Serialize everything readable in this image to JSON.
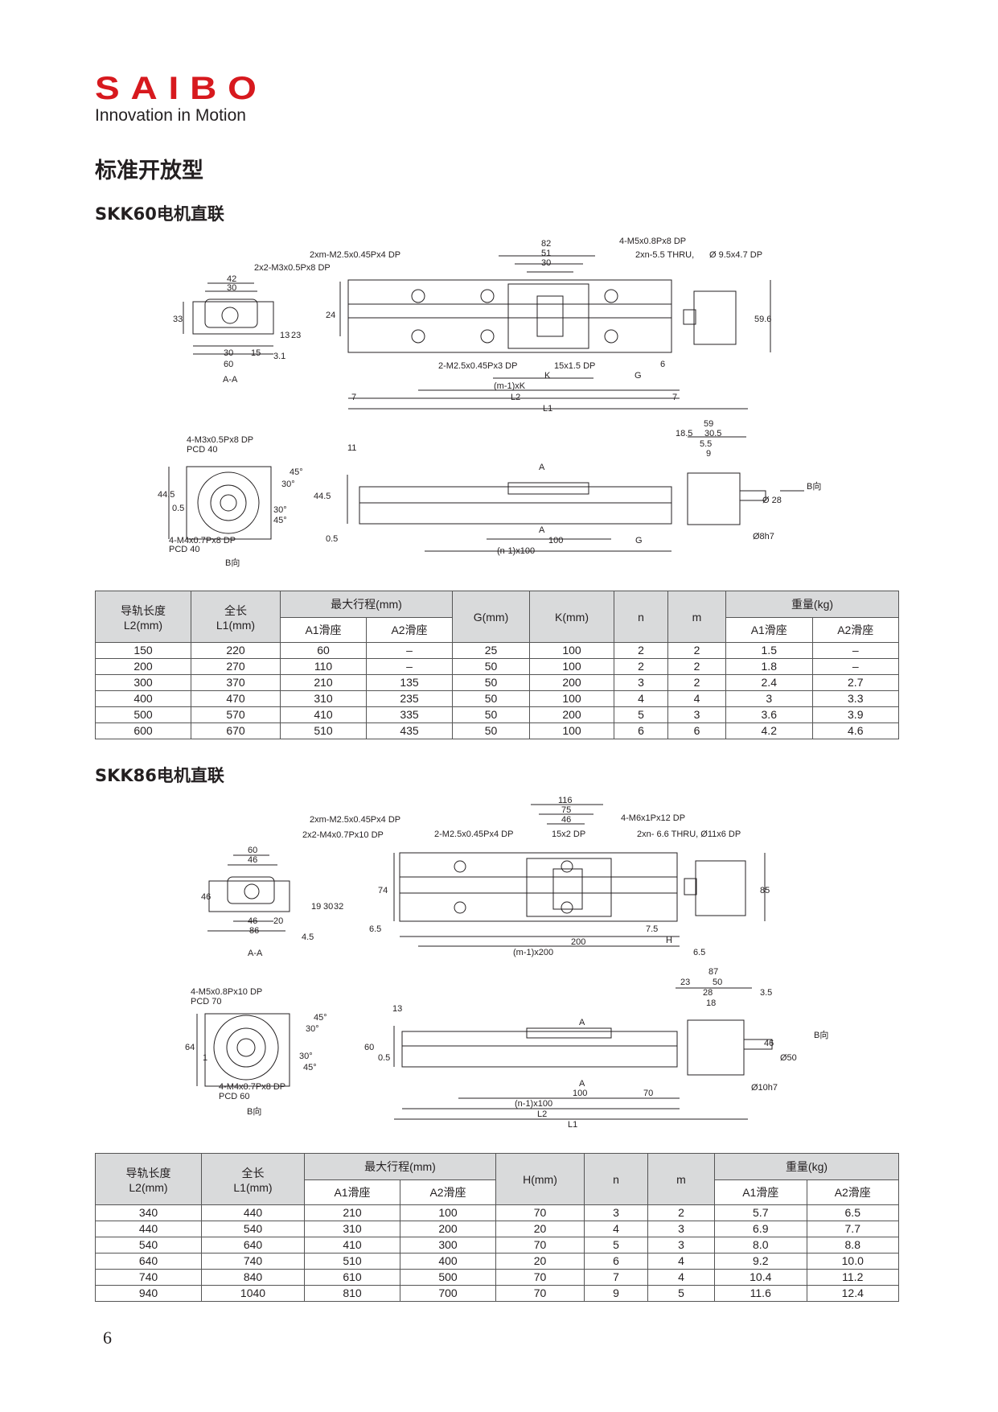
{
  "brand": {
    "name": "SAIBO",
    "tagline": "Innovation in Motion",
    "color": "#d7191e"
  },
  "page_title": "标准开放型",
  "page_number": "6",
  "skk60": {
    "heading": "SKK60电机直联",
    "labels": {
      "m1": "2xm-M2.5x0.45Px4 DP",
      "m2": "2x2-M3x0.5Px8 DP",
      "m3": "4-M5x0.8Px8 DP",
      "m4": "2xn-5.5 THRU,",
      "m5": "Ø 9.5x4.7 DP",
      "d82": "82",
      "d51": "51",
      "d30a": "30",
      "d42": "42",
      "d30b": "30",
      "d33": "33",
      "d24": "24",
      "d59_6": "59.6",
      "d30c": "30",
      "d15": "15",
      "d60": "60",
      "d3_1": "3.1",
      "d13": "13",
      "d23": "23",
      "aa": "A-A",
      "m6": "2-M2.5x0.45Px3 DP",
      "m7": "15x1.5 DP",
      "k": "K",
      "g": "G",
      "d6": "6",
      "mk": "(m-1)xK",
      "l2": "L2",
      "l1": "L1",
      "d7a": "7",
      "d7b": "7",
      "m8": "4-M3x0.5Px8 DP",
      "pcd40a": "PCD 40",
      "a45": "45°",
      "a30": "30°",
      "a30b": "30°",
      "a45b": "45°",
      "d44_5a": "44.5",
      "d0_5a": "0.5",
      "m9": "4-M4x0.7Px8 DP",
      "pcd40b": "PCD 40",
      "bview": "B向",
      "d11": "11",
      "d44_5b": "44.5",
      "d0_5b": "0.5",
      "a_up": "A",
      "a_dn": "A",
      "d100": "100",
      "g2": "G",
      "n100": "(n-1)x100",
      "d59": "59",
      "d18_5": "18.5",
      "d30_5": "30.5",
      "d5_5": "5.5",
      "d9": "9",
      "d28": "Ø 28",
      "d8h7": "Ø8h7",
      "bdir": "B向"
    },
    "table": {
      "headers": [
        "导轨长度",
        "L2(mm)",
        "全长",
        "L1(mm)",
        "最大行程(mm)",
        "A1滑座",
        "A2滑座",
        "G(mm)",
        "K(mm)",
        "n",
        "m",
        "重量(kg)",
        "A1滑座",
        "A2滑座"
      ],
      "rows": [
        [
          "150",
          "220",
          "60",
          "–",
          "25",
          "100",
          "2",
          "2",
          "1.5",
          "–"
        ],
        [
          "200",
          "270",
          "110",
          "–",
          "50",
          "100",
          "2",
          "2",
          "1.8",
          "–"
        ],
        [
          "300",
          "370",
          "210",
          "135",
          "50",
          "200",
          "3",
          "2",
          "2.4",
          "2.7"
        ],
        [
          "400",
          "470",
          "310",
          "235",
          "50",
          "100",
          "4",
          "4",
          "3",
          "3.3"
        ],
        [
          "500",
          "570",
          "410",
          "335",
          "50",
          "200",
          "5",
          "3",
          "3.6",
          "3.9"
        ],
        [
          "600",
          "670",
          "510",
          "435",
          "50",
          "100",
          "6",
          "6",
          "4.2",
          "4.6"
        ]
      ]
    }
  },
  "skk86": {
    "heading": "SKK86电机直联",
    "labels": {
      "m1": "2xm-M2.5x0.45Px4 DP",
      "m2": "2x2-M4x0.7Px10 DP",
      "m3": "2-M2.5x0.45Px4 DP",
      "d116": "116",
      "d75": "75",
      "d46a": "46",
      "d15x2": "15x2 DP",
      "m4": "4-M6x1Px12 DP",
      "m5": "2xn- 6.6 THRU, Ø11x6 DP",
      "d60": "60",
      "d46b": "46",
      "d46c": "46",
      "d74": "74",
      "d85": "85",
      "d19": "19",
      "d30": "30",
      "d32": "32",
      "d46d": "46",
      "d20": "20",
      "d86": "86",
      "d4_5": "4.5",
      "aa": "A-A",
      "d6_5a": "6.5",
      "d200": "200",
      "d7_5": "7.5",
      "h": "H",
      "m200": "(m-1)x200",
      "d6_5b": "6.5",
      "m6": "4-M5x0.8Px10 DP",
      "pcd70": "PCD 70",
      "a45": "45°",
      "a30": "30°",
      "a30b": "30°",
      "a45b": "45°",
      "d64": "64",
      "d1": "1",
      "m7": "4-M4x0.7Px8 DP",
      "pcd60": "PCD 60",
      "bview": "B向",
      "d13": "13",
      "d60b": "60",
      "d0_5": "0.5",
      "a_up": "A",
      "a_dn": "A",
      "d100": "100",
      "d70": "70",
      "n100": "(n-1)x100",
      "l2": "L2",
      "l1": "L1",
      "d87": "87",
      "d23": "23",
      "d50": "50",
      "d28": "28",
      "d18": "18",
      "d3_5": "3.5",
      "d46e": "46",
      "d50f": "Ø50",
      "d10h7": "Ø10h7",
      "bdir": "B向"
    },
    "table": {
      "headers": [
        "导轨长度",
        "L2(mm)",
        "全长",
        "L1(mm)",
        "最大行程(mm)",
        "A1滑座",
        "A2滑座",
        "H(mm)",
        "n",
        "m",
        "重量(kg)",
        "A1滑座",
        "A2滑座"
      ],
      "rows": [
        [
          "340",
          "440",
          "210",
          "100",
          "70",
          "3",
          "2",
          "5.7",
          "6.5"
        ],
        [
          "440",
          "540",
          "310",
          "200",
          "20",
          "4",
          "3",
          "6.9",
          "7.7"
        ],
        [
          "540",
          "640",
          "410",
          "300",
          "70",
          "5",
          "3",
          "8.0",
          "8.8"
        ],
        [
          "640",
          "740",
          "510",
          "400",
          "20",
          "6",
          "4",
          "9.2",
          "10.0"
        ],
        [
          "740",
          "840",
          "610",
          "500",
          "70",
          "7",
          "4",
          "10.4",
          "11.2"
        ],
        [
          "940",
          "1040",
          "810",
          "700",
          "70",
          "9",
          "5",
          "11.6",
          "12.4"
        ]
      ]
    }
  }
}
